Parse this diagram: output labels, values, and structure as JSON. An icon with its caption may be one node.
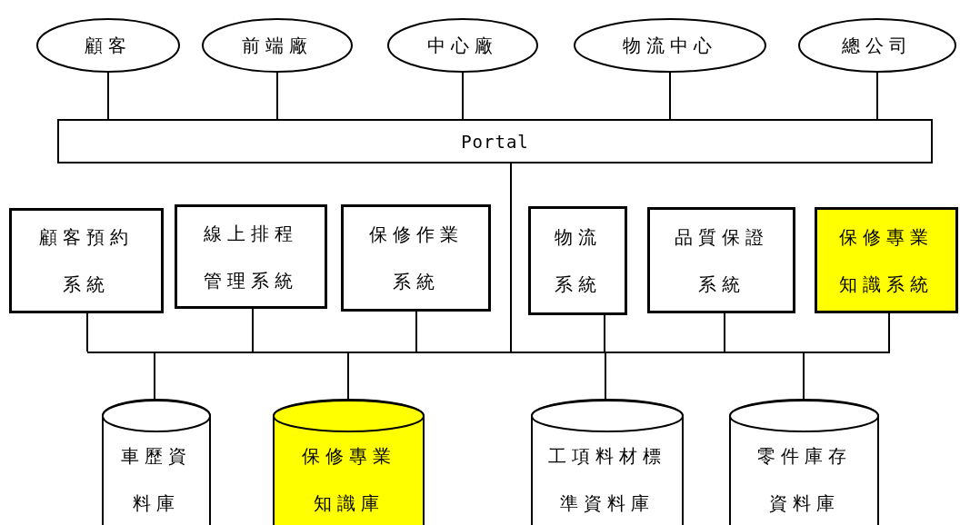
{
  "diagram": {
    "nodes": [
      {
        "text": [
          "顧客"
        ]
      },
      {
        "text": [
          "前端廠"
        ]
      },
      {
        "text": [
          "中心廠"
        ]
      },
      {
        "text": [
          "物流中心"
        ]
      },
      {
        "text": [
          "總公司"
        ]
      },
      {
        "text": [
          "Portal"
        ]
      },
      {
        "text": [
          "顧客預約系統"
        ]
      },
      {
        "text": [
          "線上排程管理系統"
        ]
      },
      {
        "text": [
          "保修作業系統"
        ]
      },
      {
        "text": [
          "物流系統"
        ]
      },
      {
        "text": [
          "品質保證系統"
        ]
      },
      {
        "text": [
          "保修專業知識系統"
        ]
      },
      {
        "text": [],
        "shape": "bar"
      },
      {
        "text": [
          "車歷資料庫"
        ]
      },
      {
        "text": [
          "保修專業知識庫"
        ]
      },
      {
        "text": [
          "工項料材標準資料庫"
        ]
      },
      {
        "text": [
          "零件庫存資料庫"
        ]
      }
    ],
    "edges": [
      {
        "from": 0,
        "to": 5,
        "arrow": "none"
      },
      {
        "from": 1,
        "to": 5,
        "arrow": "none"
      },
      {
        "from": 2,
        "to": 5,
        "arrow": "none"
      },
      {
        "from": 3,
        "to": 5,
        "arrow": "none"
      },
      {
        "from": 4,
        "to": 5,
        "arrow": "none"
      },
      {
        "from": 5,
        "to": 12,
        "arrow": "none"
      },
      {
        "from": 6,
        "to": 12,
        "arrow": "none"
      },
      {
        "from": 7,
        "to": 12,
        "arrow": "none"
      },
      {
        "from": 8,
        "to": 12,
        "arrow": "none"
      },
      {
        "from": 9,
        "to": 12,
        "arrow": "none"
      },
      {
        "from": 10,
        "to": 12,
        "arrow": "none"
      },
      {
        "from": 11,
        "to": 12,
        "arrow": "none"
      },
      {
        "from": 12,
        "to": 13,
        "arrow": "none"
      },
      {
        "from": 12,
        "to": 14,
        "arrow": "none"
      },
      {
        "from": 12,
        "to": 15,
        "arrow": "none"
      },
      {
        "from": 12,
        "to": 16,
        "arrow": "none"
      }
    ]
  }
}
